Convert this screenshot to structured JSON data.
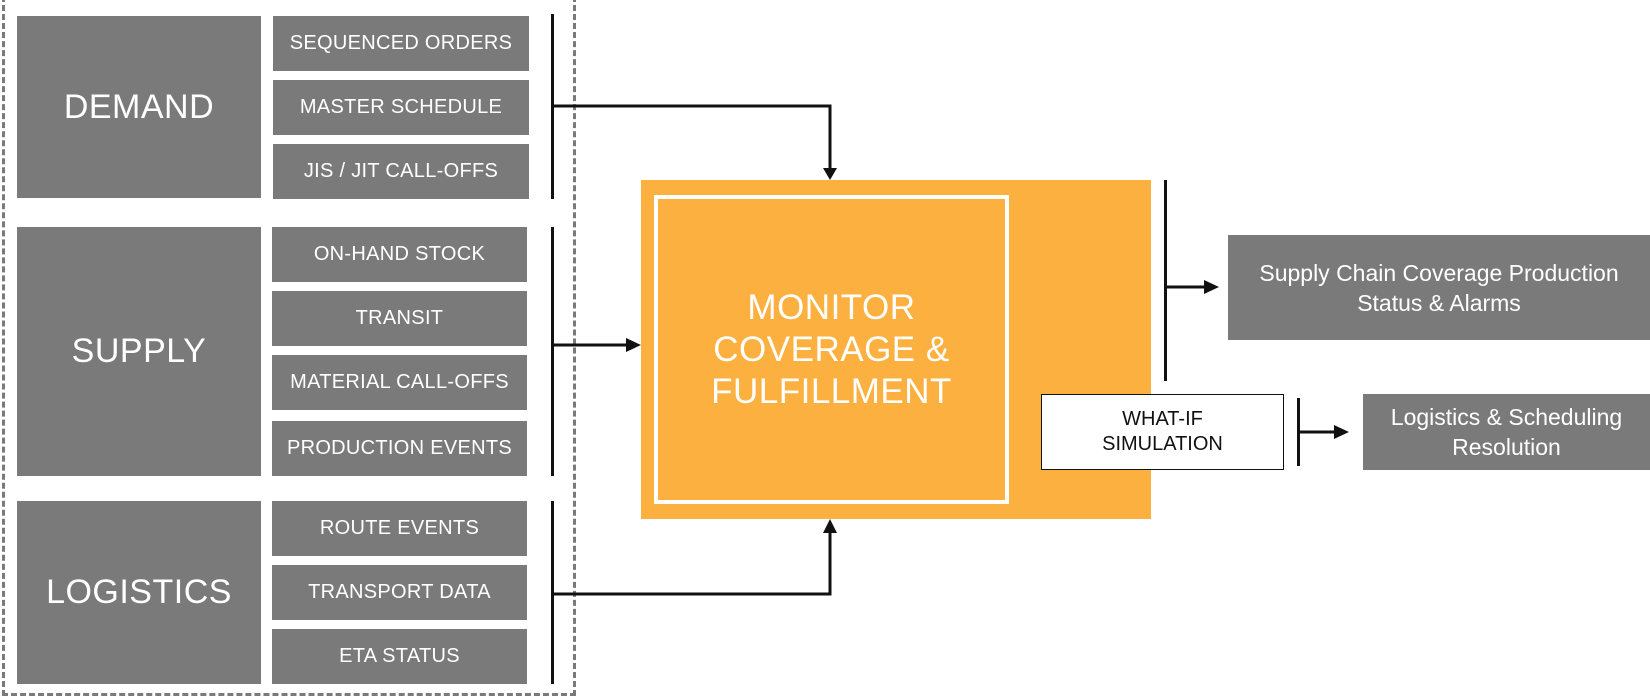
{
  "groups": {
    "demand": {
      "label": "DEMAND",
      "items": [
        "SEQUENCED ORDERS",
        "MASTER SCHEDULE",
        "JIS / JIT CALL-OFFS"
      ]
    },
    "supply": {
      "label": "SUPPLY",
      "items": [
        "ON-HAND STOCK",
        "TRANSIT",
        "MATERIAL CALL-OFFS",
        "PRODUCTION EVENTS"
      ]
    },
    "logistics": {
      "label": "LOGISTICS",
      "items": [
        "ROUTE EVENTS",
        "TRANSPORT DATA",
        "ETA STATUS"
      ]
    }
  },
  "center": {
    "label": "MONITOR\nCOVERAGE &\nFULFILLMENT"
  },
  "whatif": {
    "label": "WHAT-IF\nSIMULATION"
  },
  "outputs": {
    "status": "Supply Chain Coverage Production\nStatus & Alarms",
    "resolution": "Logistics & Scheduling\nResolution"
  },
  "colors": {
    "box_gray": "#7a7a7a",
    "accent_orange": "#fbb040",
    "line": "#111111"
  }
}
